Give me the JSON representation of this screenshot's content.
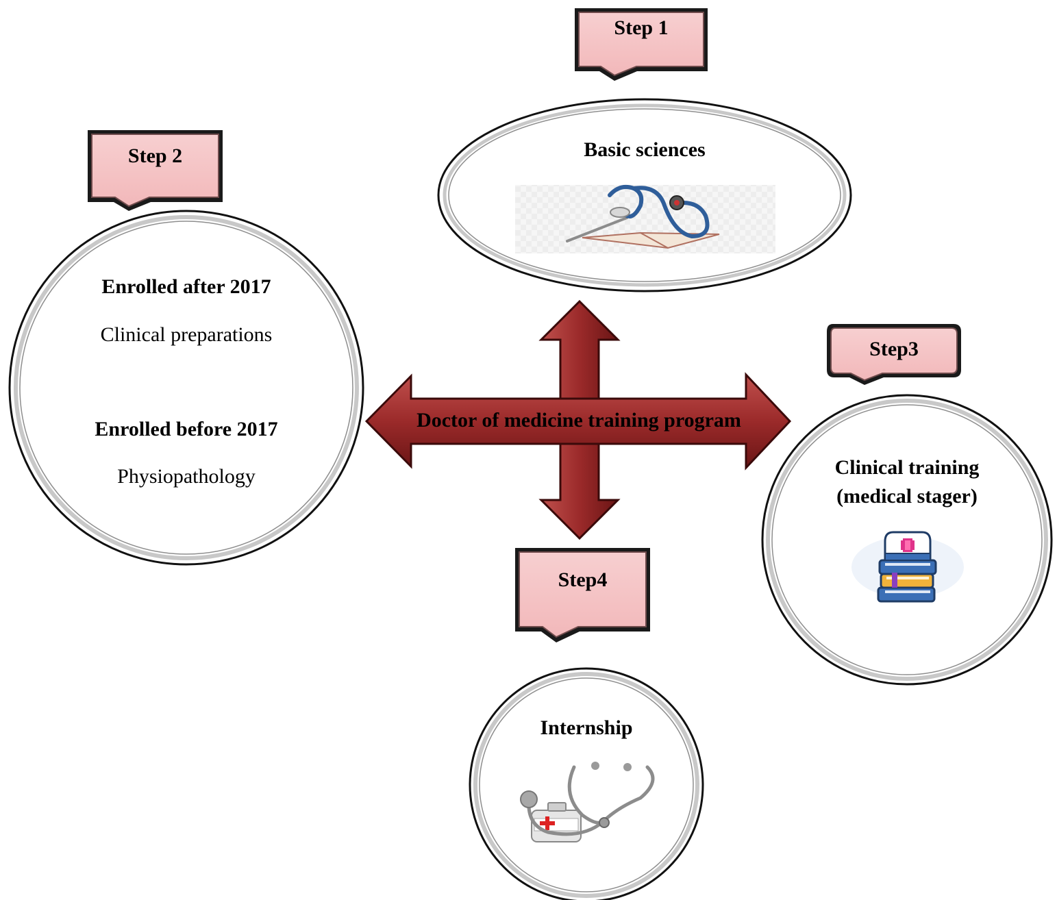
{
  "steps": {
    "step1": "Step 1",
    "step2": "Step 2",
    "step3": "Step3",
    "step4": "Step4"
  },
  "center": {
    "title": "Doctor of medicine training program"
  },
  "basic_sciences": {
    "title": "Basic sciences",
    "icon": "stethoscope-book-icon"
  },
  "step2_circle": {
    "after_heading": "Enrolled after 2017",
    "after_text": "Clinical preparations",
    "before_heading": "Enrolled before 2017",
    "before_text": "Physiopathology"
  },
  "clinical_training": {
    "line1": "Clinical training",
    "line2": "(medical stager)",
    "icon": "nurse-cap-books-icon"
  },
  "internship": {
    "title": "Internship",
    "icon": "stethoscope-medicine-bottle-icon"
  },
  "colors": {
    "callout_fill": "#f4c3c4",
    "callout_border": "#1a1a1a",
    "arrow_fill": "#9b2a2a",
    "arrow_dark": "#5e1212",
    "circle_border": "#111111"
  }
}
